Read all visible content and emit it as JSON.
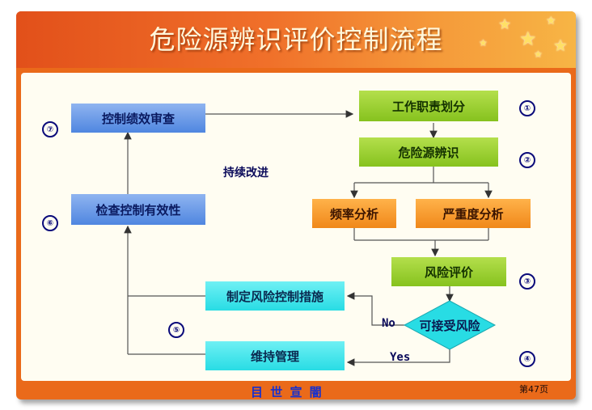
{
  "title": "危险源辨识评价控制流程",
  "boxes": {
    "job_division": "工作职责划分",
    "hazard_identification": "危险源辨识",
    "frequency_analysis": "频率分析",
    "severity_analysis": "严重度分析",
    "risk_evaluation": "风险评价",
    "acceptable_risk": "可接受风险",
    "control_measures": "制定风险控制措施",
    "maintain_manage": "维持管理",
    "check_effectiveness": "检查控制有效性",
    "performance_review": "控制绩效审查"
  },
  "labels": {
    "continuous_improvement": "持续改进",
    "no": "No",
    "yes": "Yes"
  },
  "step_numbers": [
    "①",
    "②",
    "③",
    "④",
    "⑤",
    "⑥",
    "⑦"
  ],
  "footer": {
    "left": "目 世 宣 闇",
    "page": "第47页"
  },
  "colors": {
    "frame": "#ea6a1a",
    "blue_box": "#4f86e0",
    "green_box": "#86c21e",
    "orange_box": "#f0881a",
    "cyan_box": "#28dce4"
  }
}
